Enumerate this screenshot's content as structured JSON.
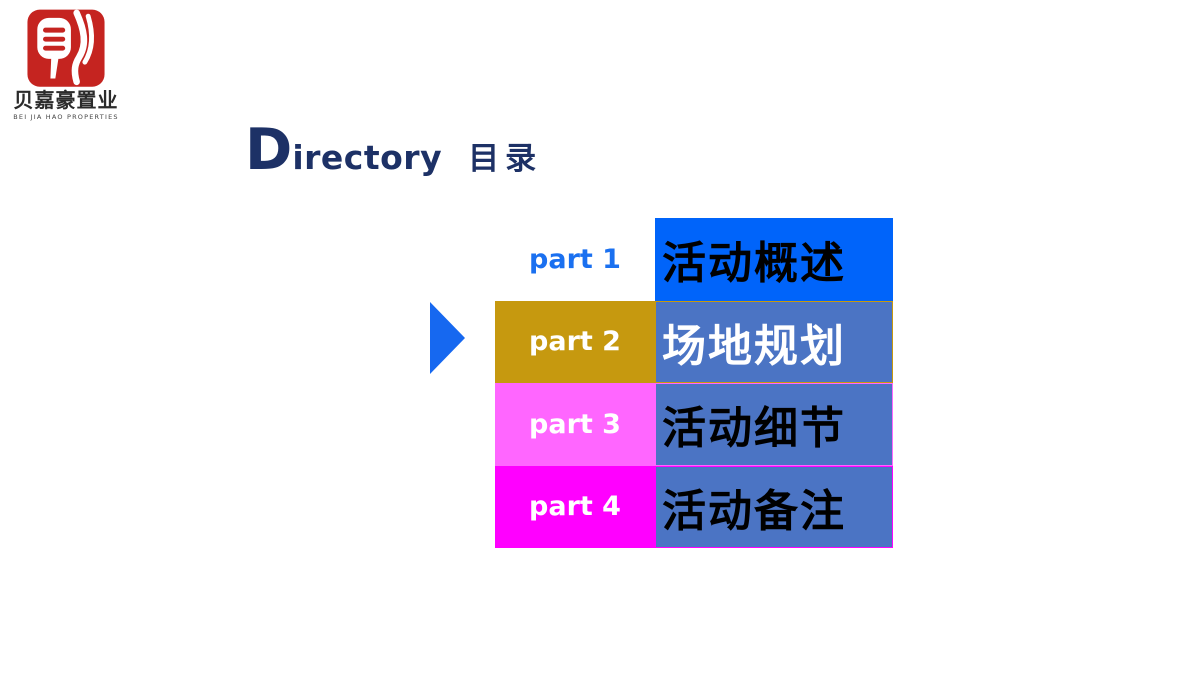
{
  "logo": {
    "company_cn": "贝嘉豪置业",
    "company_en": "BEI JIA HAO PROPERTIES",
    "seal_color": "#c52420"
  },
  "header": {
    "title_initial": "D",
    "title_rest": "irectory",
    "title_cn": "目录",
    "color": "#1d3166"
  },
  "pointer": {
    "color": "#1668f0",
    "points_to": "part 2"
  },
  "toc": {
    "items": [
      {
        "part_label": "part 1",
        "title": "活动概述",
        "label_bg": "transparent",
        "label_color": "#1a70f0",
        "title_bg": "#0064fa",
        "title_color": "#000000",
        "border_color": "transparent"
      },
      {
        "part_label": "part 2",
        "title": "场地规划",
        "label_bg": "#c6990f",
        "label_color": "#ffffff",
        "title_bg": "#4b74c4",
        "title_color": "#ffffff",
        "border_color": "#c6990f"
      },
      {
        "part_label": "part 3",
        "title": "活动细节",
        "label_bg": "#ff66ff",
        "label_color": "#ffffff",
        "title_bg": "#4b74c4",
        "title_color": "#000000",
        "border_color": "#ff66ff"
      },
      {
        "part_label": "part 4",
        "title": "活动备注",
        "label_bg": "#ff00ff",
        "label_color": "#ffffff",
        "title_bg": "#4b74c4",
        "title_color": "#000000",
        "border_color": "#ff00ff"
      }
    ]
  }
}
